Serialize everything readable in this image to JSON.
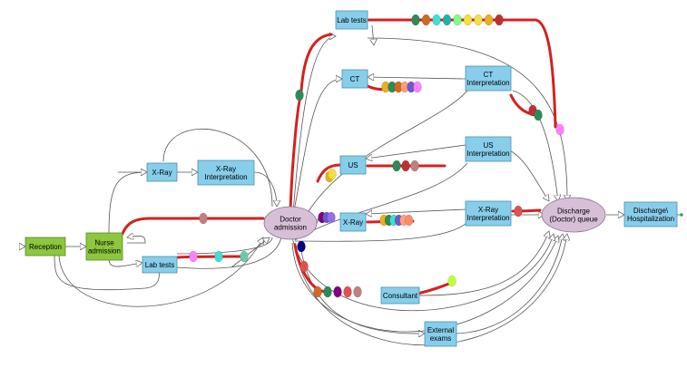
{
  "colors": {
    "box_fill": "#87ceeb",
    "box_stroke": "#4a90b8",
    "green_fill": "#8dc63f",
    "green_stroke": "#5a8a1f",
    "ellipse_fill": "#d8bfd8",
    "ellipse_stroke": "#8a6f8a",
    "flow_line": "#555555",
    "hot_path": "#d42020"
  },
  "nodes": [
    {
      "id": "reception",
      "shape": "rect-green",
      "lines": [
        "Reception"
      ]
    },
    {
      "id": "nurse-admission",
      "shape": "rect-green",
      "lines": [
        "Nurse",
        "admission"
      ]
    },
    {
      "id": "xray-1",
      "shape": "rect",
      "lines": [
        "X-Ray"
      ]
    },
    {
      "id": "xray-interp-1",
      "shape": "rect",
      "lines": [
        "X-Ray",
        "Interpretation"
      ]
    },
    {
      "id": "lab-tests-1",
      "shape": "rect",
      "lines": [
        "Lab tests"
      ]
    },
    {
      "id": "doctor-admission",
      "shape": "ellipse",
      "lines": [
        "Doctor",
        "admission"
      ]
    },
    {
      "id": "lab-tests-2",
      "shape": "rect",
      "lines": [
        "Lab tests"
      ]
    },
    {
      "id": "ct",
      "shape": "rect",
      "lines": [
        "CT"
      ]
    },
    {
      "id": "ct-interp",
      "shape": "rect",
      "lines": [
        "CT",
        "Interpretation"
      ]
    },
    {
      "id": "us",
      "shape": "rect",
      "lines": [
        "US"
      ]
    },
    {
      "id": "us-interp",
      "shape": "rect",
      "lines": [
        "US",
        "Interpretation"
      ]
    },
    {
      "id": "xray-2",
      "shape": "rect",
      "lines": [
        "X-Ray"
      ]
    },
    {
      "id": "xray-interp-2",
      "shape": "rect",
      "lines": [
        "X-Ray",
        "Interpretation"
      ]
    },
    {
      "id": "consultant",
      "shape": "rect",
      "lines": [
        "Consultant"
      ]
    },
    {
      "id": "external-exams",
      "shape": "rect",
      "lines": [
        "External",
        "exams"
      ]
    },
    {
      "id": "discharge-queue",
      "shape": "ellipse",
      "lines": [
        "Discharge",
        "(Doctor) queue"
      ]
    },
    {
      "id": "discharge-hosp",
      "shape": "rect",
      "lines": [
        "Discharge\\",
        "Hospitalization"
      ]
    }
  ],
  "tokens": {
    "lab-tests-2": [
      "#2e8b57",
      "#d2691e",
      "#40e0d0",
      "#20b2aa",
      "#7fff7f",
      "#f0e040",
      "#f0e040",
      "#e8b020",
      "#c03030"
    ],
    "ct": [
      "#e8b020",
      "#2e8b57",
      "#d2691e",
      "#ffa07a",
      "#6a5acd",
      "#ff80ff"
    ],
    "ct-interp-out": [
      "#c03030",
      "#2e8b57"
    ],
    "lab-vertical": [
      "#ff80ff"
    ],
    "lab-tests-1": [
      "#ff80ff",
      "#40e0d0",
      "#66cdaa"
    ],
    "nurse-path": [
      "#c08080"
    ],
    "doctor-up": [
      "#2e8b57"
    ],
    "us": [
      "#e8b020",
      "#f0e040"
    ],
    "us-line": [
      "#2e8b57",
      "#c03030",
      "#c08080"
    ],
    "xray-2-in": [
      "#800080",
      "#6a5acd",
      "#9370db"
    ],
    "xray-2-line": [
      "#e8b020",
      "#2e8b57",
      "#40e0d0",
      "#6a5acd",
      "#ffa07a",
      "#ff8c69"
    ],
    "xray-interp-2-out": [
      "#e05050"
    ],
    "doctor-down": [
      "#000080",
      "#e05050"
    ],
    "consultant-line": [
      "#d2691e",
      "#2e8b57",
      "#800080",
      "#e05050",
      "#c08080"
    ],
    "consultant-out": [
      "#c0ff40"
    ],
    "discharge-end": [
      "#20b020"
    ]
  }
}
